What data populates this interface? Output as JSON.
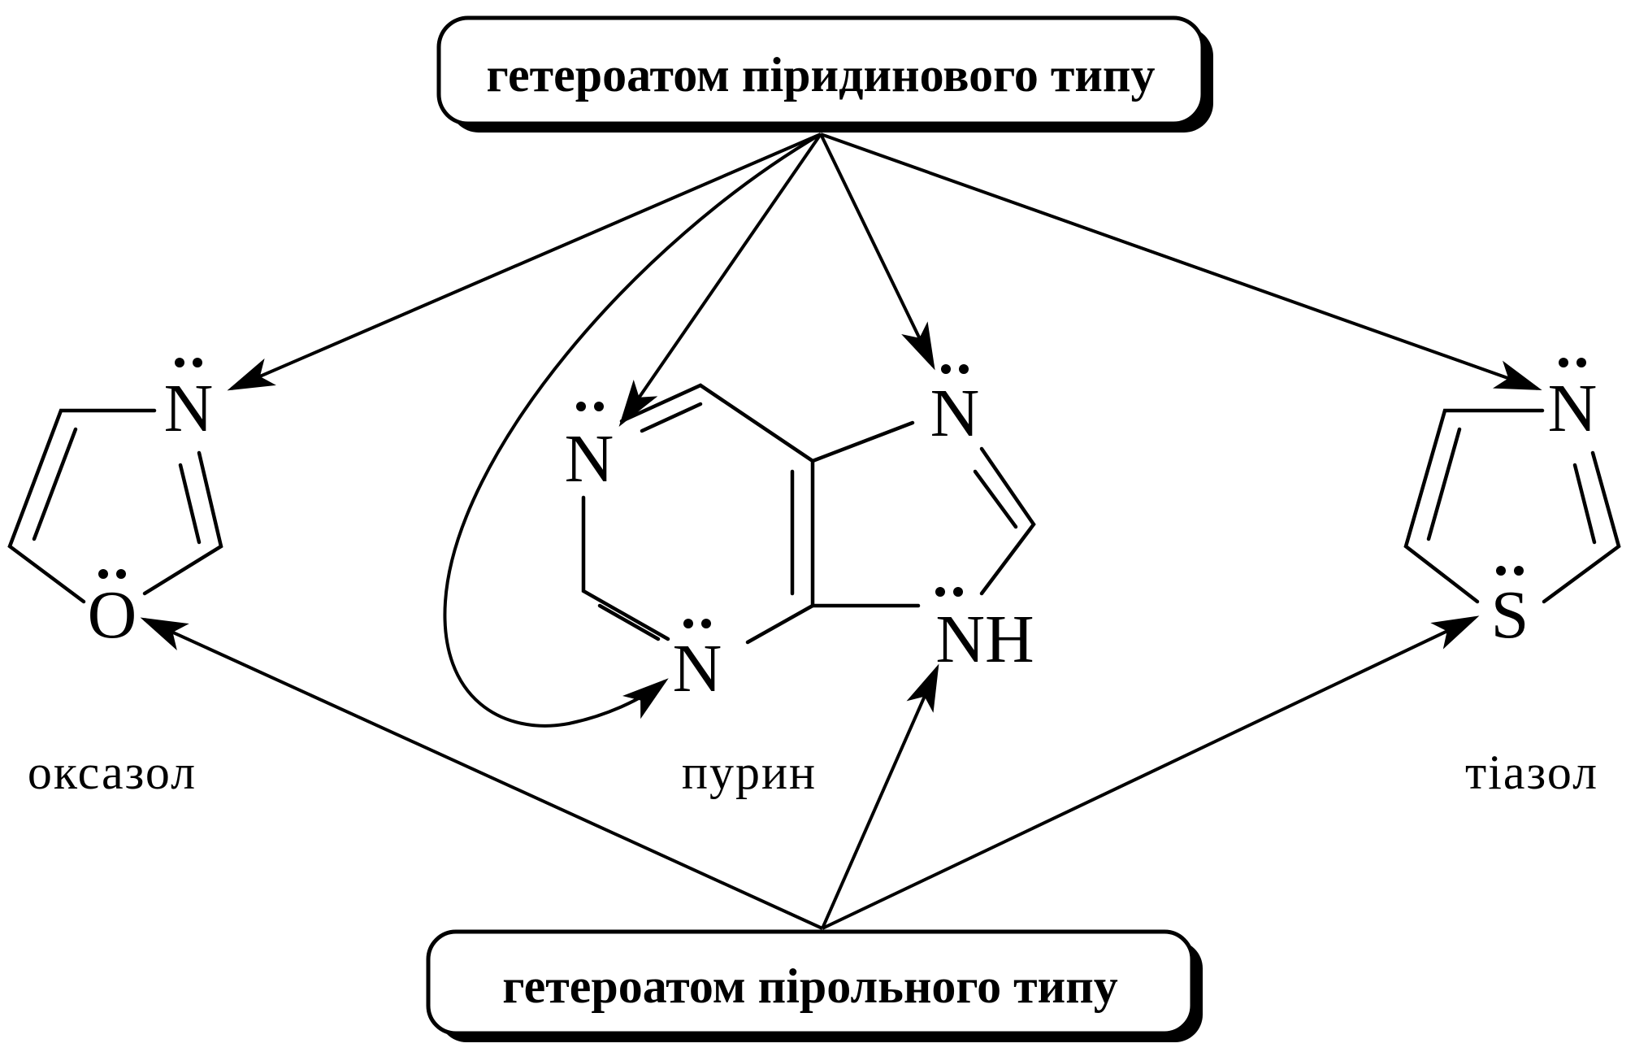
{
  "top_box": {
    "label": "гетероатом піридинового типу"
  },
  "bottom_box": {
    "label": "гетероатом пірольного типу"
  },
  "oxazole": {
    "name": "оксазол",
    "atom_n": "N",
    "atom_o": "O"
  },
  "purine": {
    "name": "пурин",
    "atom_n1": "N",
    "atom_n3": "N",
    "atom_n7": "N",
    "atom_n9": "NH"
  },
  "thiazole": {
    "name": "тіазол",
    "atom_n": "N",
    "atom_s": "S"
  }
}
